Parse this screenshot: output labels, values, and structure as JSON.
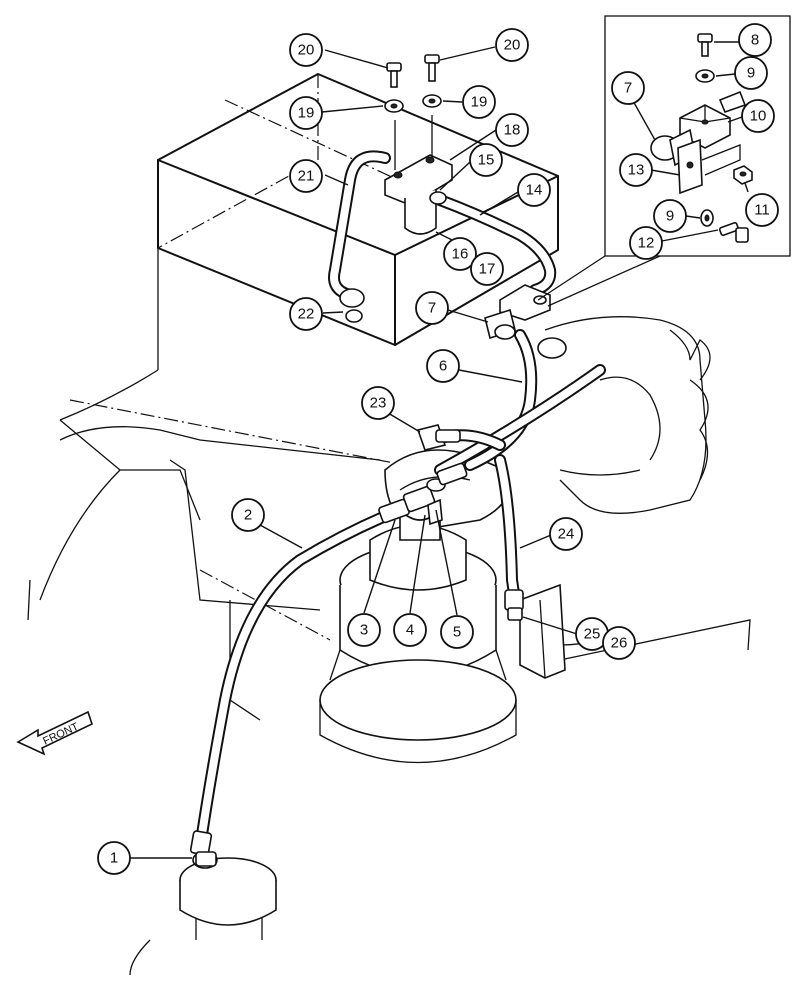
{
  "callouts": [
    {
      "id": "c1",
      "label": "1"
    },
    {
      "id": "c2",
      "label": "2"
    },
    {
      "id": "c3",
      "label": "3"
    },
    {
      "id": "c4",
      "label": "4"
    },
    {
      "id": "c5",
      "label": "5"
    },
    {
      "id": "c6",
      "label": "6"
    },
    {
      "id": "c7a",
      "label": "7"
    },
    {
      "id": "c7b",
      "label": "7"
    },
    {
      "id": "c8",
      "label": "8"
    },
    {
      "id": "c9a",
      "label": "9"
    },
    {
      "id": "c9b",
      "label": "9"
    },
    {
      "id": "c10",
      "label": "10"
    },
    {
      "id": "c11",
      "label": "11"
    },
    {
      "id": "c12",
      "label": "12"
    },
    {
      "id": "c13",
      "label": "13"
    },
    {
      "id": "c14",
      "label": "14"
    },
    {
      "id": "c15",
      "label": "15"
    },
    {
      "id": "c16",
      "label": "16"
    },
    {
      "id": "c17",
      "label": "17"
    },
    {
      "id": "c18",
      "label": "18"
    },
    {
      "id": "c19a",
      "label": "19"
    },
    {
      "id": "c19b",
      "label": "19"
    },
    {
      "id": "c20a",
      "label": "20"
    },
    {
      "id": "c20b",
      "label": "20"
    },
    {
      "id": "c21",
      "label": "21"
    },
    {
      "id": "c22",
      "label": "22"
    },
    {
      "id": "c23",
      "label": "23"
    },
    {
      "id": "c24",
      "label": "24"
    },
    {
      "id": "c25",
      "label": "25"
    },
    {
      "id": "c26",
      "label": "26"
    }
  ],
  "front_label": "FRONT"
}
